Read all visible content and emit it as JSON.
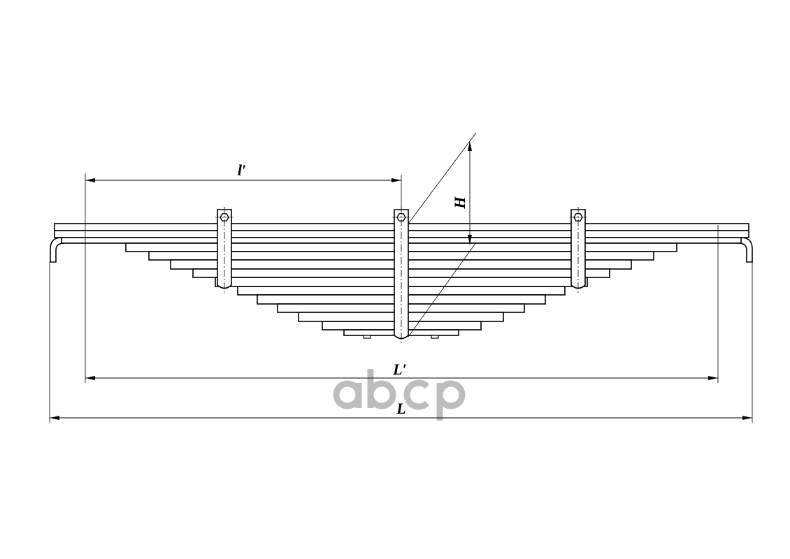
{
  "drawing": {
    "labels": {
      "l_prime": "l′",
      "L_prime": "L′",
      "L": "L",
      "H": "H"
    },
    "leaf_count": 14,
    "line_color": "#000000"
  },
  "watermark": {
    "text": "abcp",
    "color": "#bdbdbd"
  }
}
